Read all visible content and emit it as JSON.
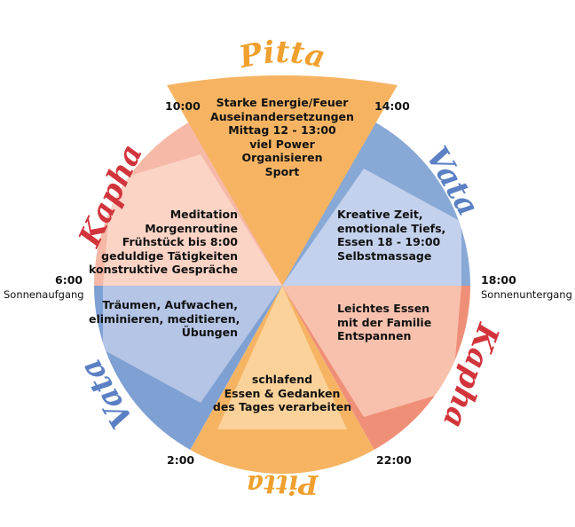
{
  "segments": {
    "top": {
      "lines": [
        "Starke Energie/Feuer",
        "Auseinandersetzungen",
        "Mittag 12 - 13:00",
        "viel Power",
        "Organisieren",
        "Sport"
      ]
    },
    "upper_right": {
      "lines": [
        "Kreative Zeit,",
        "emotionale Tiefs,",
        "Essen 18 - 19:00",
        "Selbstmassage"
      ]
    },
    "lower_right": {
      "lines": [
        "Leichtes Essen",
        "mit der Familie",
        "Entspannen"
      ]
    },
    "bottom": {
      "lines": [
        "schlafend",
        "Essen & Gedanken",
        "des Tages verarbeiten"
      ]
    },
    "lower_left": {
      "lines": [
        "Träumen, Aufwachen,",
        "eliminieren, meditieren,",
        "Übungen"
      ]
    },
    "upper_left": {
      "lines": [
        "Meditation",
        "Morgenroutine",
        "Frühstück bis 8:00",
        "geduldige Tätigkeiten",
        "konstruktive Gespräche"
      ]
    }
  },
  "times": {
    "t1000": "10:00",
    "t1400": "14:00",
    "t0600": "6:00",
    "t0600_sub": "Sonnenaufgang",
    "t1800": "18:00",
    "t1800_sub": "Sonnenuntergang",
    "t0200": "2:00",
    "t2200": "22:00"
  },
  "doshas": {
    "top": "Pitta",
    "upper_right": "Vata",
    "lower_right": "Kapha",
    "bottom": "Pitta",
    "lower_left": "Vata",
    "upper_left": "Kapha"
  },
  "colors": {
    "pitta": "#f6b463",
    "pitta_light": "#fbdcae",
    "vata": "#7fa0d2",
    "vata_light": "#c7d4ec",
    "kapha_light": "#f6b8a7",
    "kapha": "#ef8a72",
    "pitta_text": "#f0a02e",
    "vata_text": "#5b80c4",
    "kapha_text": "#d2343b"
  }
}
